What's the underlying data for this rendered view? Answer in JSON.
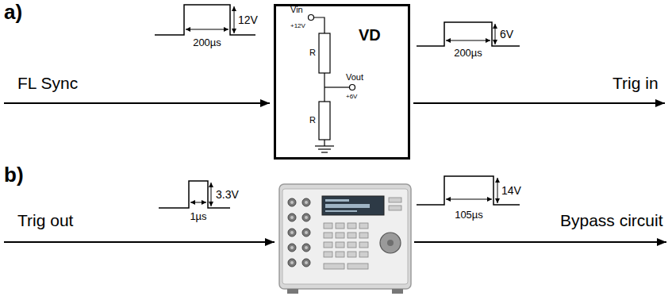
{
  "diagram": {
    "nodes": [
      {
        "text": [
          "VD"
        ]
      }
    ],
    "labels": [
      "a)",
      "FL Sync",
      "12V",
      "200µs",
      "Vin",
      "+12V",
      "R",
      "R",
      "Vout",
      "+6V",
      "6V",
      "200µs",
      "Trig in",
      "b)",
      "Trig out",
      "3.3V",
      "1µs",
      "14V",
      "105µs",
      "Bypass circuit"
    ]
  }
}
